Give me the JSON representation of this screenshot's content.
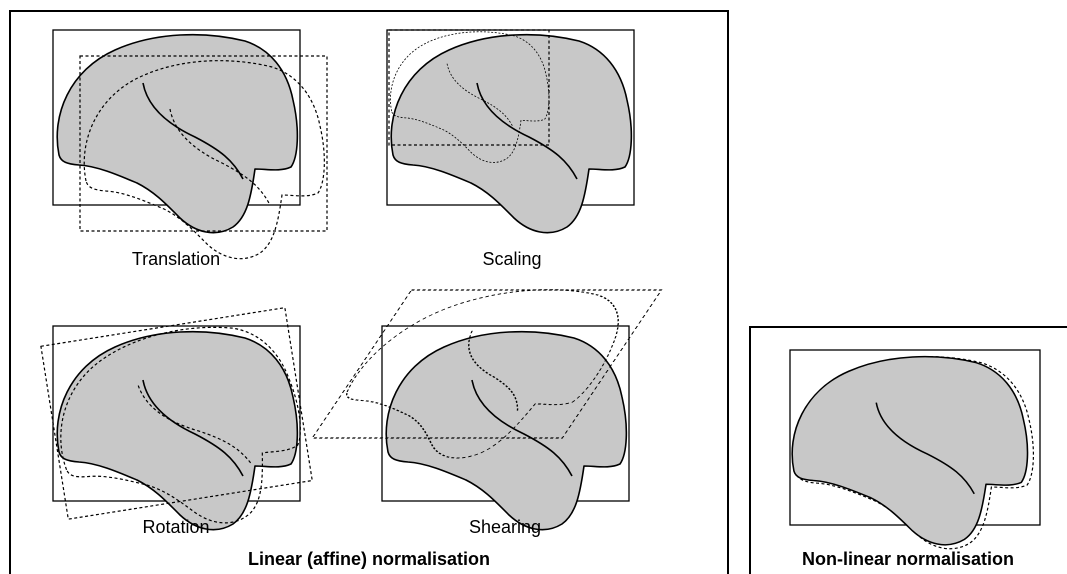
{
  "panels": {
    "linear": {
      "title": "Linear (affine) normalisation",
      "captions": {
        "translation": "Translation",
        "scaling": "Scaling",
        "rotation": "Rotation",
        "shearing": "Shearing"
      }
    },
    "nonlinear": {
      "title": "Non-linear normalisation"
    }
  },
  "colors": {
    "brain_fill": "#c8c8c8",
    "outline": "#000000",
    "background": "#ffffff"
  }
}
